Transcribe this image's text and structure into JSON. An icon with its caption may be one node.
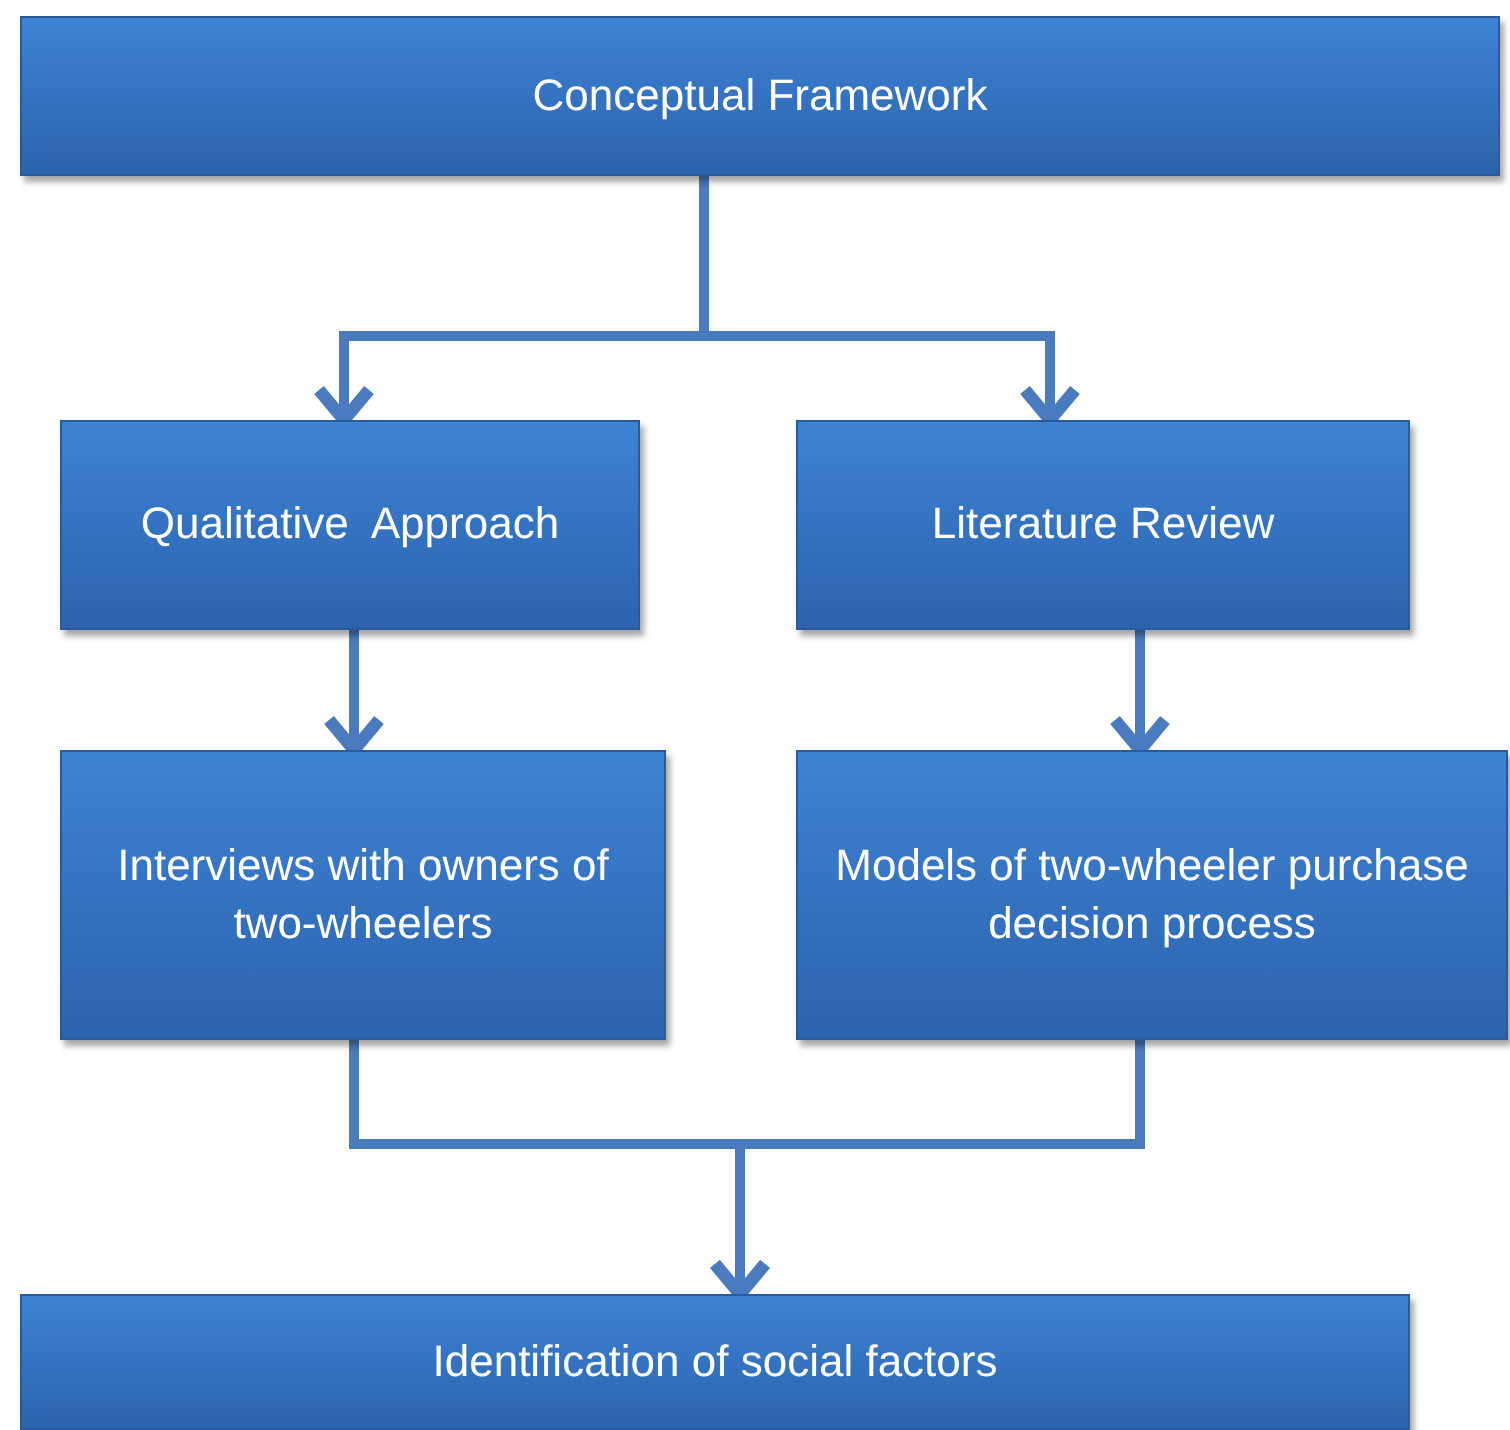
{
  "diagram": {
    "nodes": [
      {
        "text": [
          "Conceptual Framework"
        ]
      },
      {
        "text": [
          "Qualitative  Approach"
        ]
      },
      {
        "text": [
          "Literature Review"
        ]
      },
      {
        "text": [
          "Interviews with owners of two-wheelers"
        ]
      },
      {
        "text": [
          "Models of two-wheeler purchase decision process"
        ]
      },
      {
        "text": [
          "Identification of social factors"
        ]
      }
    ],
    "edges": [
      {
        "from": 0,
        "to": 1,
        "arrow": "to"
      },
      {
        "from": 0,
        "to": 2,
        "arrow": "to"
      },
      {
        "from": 1,
        "to": 3,
        "arrow": "to"
      },
      {
        "from": 2,
        "to": 4,
        "arrow": "to"
      },
      {
        "from": 3,
        "to": 5,
        "arrow": "to"
      },
      {
        "from": 4,
        "to": 5,
        "arrow": "to"
      }
    ]
  }
}
